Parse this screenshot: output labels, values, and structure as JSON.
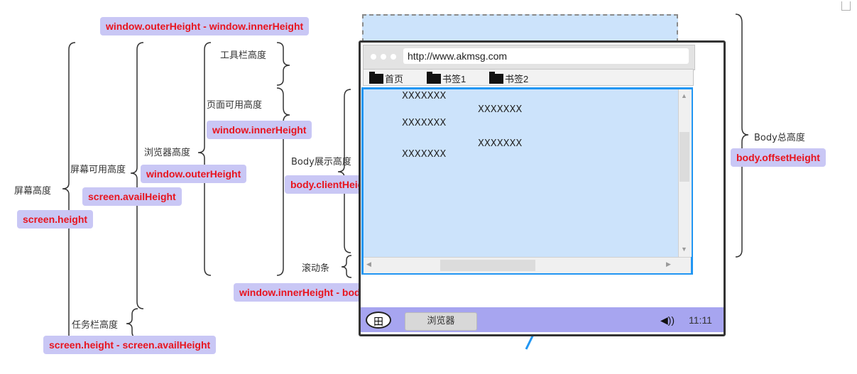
{
  "labels": {
    "screen_height": "屏幕高度",
    "screen_avail": "屏幕可用高度",
    "taskbar_height": "任务栏高度",
    "browser_height": "浏览器高度",
    "toolbar_height": "工具栏高度",
    "page_avail": "页面可用高度",
    "body_display": "Body展示高度",
    "scrollbar": "滚动条",
    "body_total": "Body总高度"
  },
  "tags": {
    "outer_minus_inner": "window.outerHeight - window.innerHeight",
    "inner": "window.innerHeight",
    "outer": "window.outerHeight",
    "screen_avail": "screen.availHeight",
    "screen_height": "screen.height",
    "client": "body.clientHeight",
    "inner_minus_client": "window.innerHeight - body.clientHeight",
    "height_minus_avail": "screen.height - screen.availHeight",
    "offset": "body.offsetHeight"
  },
  "browser": {
    "url": "http://www.akmsg.com",
    "bookmarks": [
      "首页",
      "书签1",
      "书签2"
    ],
    "content": [
      "XXXXXXX",
      "XXXXXXX",
      "XXXXXXX",
      "XXXXXXX",
      "XXXXXXX"
    ]
  },
  "taskbar": {
    "start_glyph": "田",
    "app": "浏览器",
    "speaker": "◀))",
    "time": "11:11"
  },
  "colors": {
    "tag_bg": "#c9c7f5",
    "tag_text": "#e8141e",
    "viewport_bg": "#cce3fb",
    "viewport_border": "#2196f3",
    "taskbar_bg": "#a7a5f0"
  }
}
